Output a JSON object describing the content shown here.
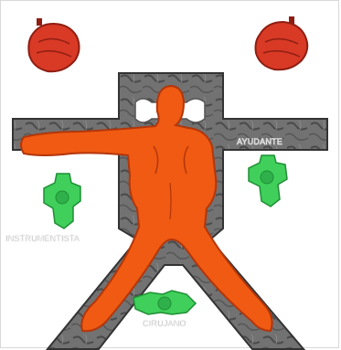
{
  "labels": {
    "ayudante": "AYUDANTE",
    "instrumentista": "INSTRUMENTISTA",
    "cirujano": "CIRUJANO"
  },
  "colors": {
    "table": "#6e6e6e",
    "table_texture": "#4a4a4a",
    "patient": "#f05a12",
    "patient_outline": "#b3360a",
    "staff": "#3fcf5a",
    "staff_dark": "#1f8f35",
    "anesthesia": "#d83a26",
    "pillow": "#ffffff"
  },
  "icons": {
    "patient": "patient-figure-icon",
    "staff": "staff-figure-icon",
    "anesthesia": "anesthesia-equipment-icon"
  }
}
